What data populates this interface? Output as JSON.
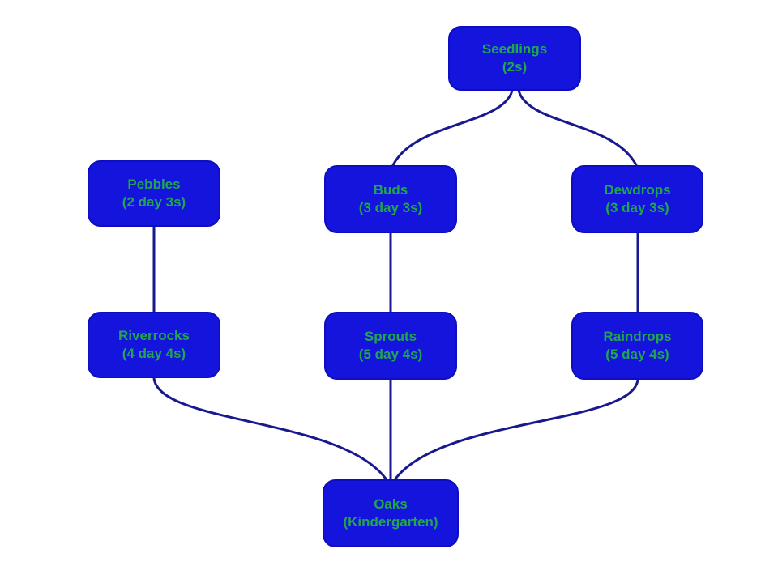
{
  "diagram": {
    "type": "flowchart",
    "background_color": "#ffffff",
    "node_fill_color": "#1414dd",
    "node_border_color": "#0e0ec0",
    "node_text_color": "#21a64f",
    "edge_color": "#19198f",
    "nodes": [
      {
        "id": "seedlings",
        "title": "Seedlings",
        "subtitle": "(2s)"
      },
      {
        "id": "pebbles",
        "title": "Pebbles",
        "subtitle": "(2 day 3s)"
      },
      {
        "id": "buds",
        "title": "Buds",
        "subtitle": "(3 day 3s)"
      },
      {
        "id": "dewdrops",
        "title": "Dewdrops",
        "subtitle": "(3 day 3s)"
      },
      {
        "id": "riverrocks",
        "title": "Riverrocks",
        "subtitle": "(4 day 4s)"
      },
      {
        "id": "sprouts",
        "title": "Sprouts",
        "subtitle": "(5 day 4s)"
      },
      {
        "id": "raindrops",
        "title": "Raindrops",
        "subtitle": "(5 day 4s)"
      },
      {
        "id": "oaks",
        "title": "Oaks",
        "subtitle": "(Kindergarten)"
      }
    ],
    "edges": [
      {
        "from": "Seedlings",
        "to": "Buds"
      },
      {
        "from": "Seedlings",
        "to": "Dewdrops"
      },
      {
        "from": "Pebbles",
        "to": "Riverrocks"
      },
      {
        "from": "Buds",
        "to": "Sprouts"
      },
      {
        "from": "Dewdrops",
        "to": "Raindrops"
      },
      {
        "from": "Riverrocks",
        "to": "Oaks"
      },
      {
        "from": "Sprouts",
        "to": "Oaks"
      },
      {
        "from": "Raindrops",
        "to": "Oaks"
      }
    ]
  }
}
